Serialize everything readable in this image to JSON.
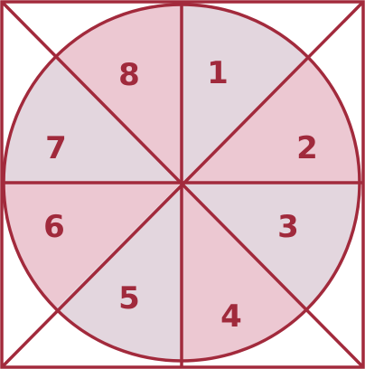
{
  "colors": {
    "stroke": "#a22a3c",
    "label": "#a02a3c",
    "fill_light": "#e3d6de",
    "fill_pink": "#ecc8d2",
    "background": "#ffffff"
  },
  "sectors": [
    {
      "label": "1",
      "fill": "light"
    },
    {
      "label": "2",
      "fill": "pink"
    },
    {
      "label": "3",
      "fill": "light"
    },
    {
      "label": "4",
      "fill": "pink"
    },
    {
      "label": "5",
      "fill": "light"
    },
    {
      "label": "6",
      "fill": "pink"
    },
    {
      "label": "7",
      "fill": "light"
    },
    {
      "label": "8",
      "fill": "pink"
    }
  ]
}
